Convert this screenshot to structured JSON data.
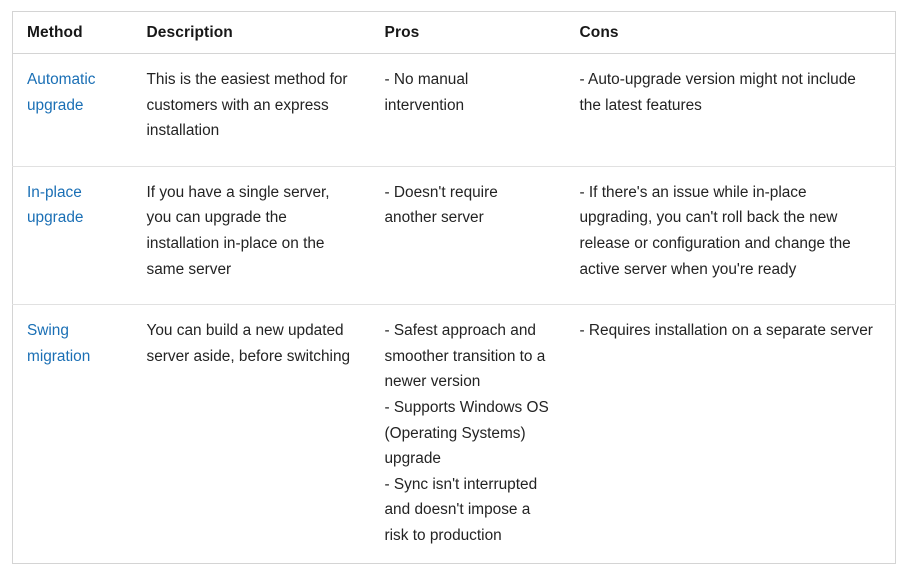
{
  "document": {
    "kind": "documentation-table",
    "background_color": "#ffffff",
    "border_color": "#d4d4d4",
    "row_divider_color": "#e1e1e1",
    "link_color": "#1a6fb5",
    "text_color": "#232323",
    "header_text_color": "#171717"
  },
  "table": {
    "columns": [
      {
        "key": "method",
        "label": "Method"
      },
      {
        "key": "description",
        "label": "Description"
      },
      {
        "key": "pros",
        "label": "Pros"
      },
      {
        "key": "cons",
        "label": "Cons"
      }
    ],
    "rows": [
      {
        "method": "Automatic upgrade",
        "method_is_link": true,
        "description": "This is the easiest method for customers with an express installation",
        "pros": "- No manual intervention",
        "cons": "- Auto-upgrade version might not include the latest features"
      },
      {
        "method": "In-place upgrade",
        "method_is_link": true,
        "description": "If you have a single server, you can upgrade the installation in-place on the same server",
        "pros": "- Doesn't require another server",
        "cons": "- If there's an issue while in-place upgrading, you can't roll back the new release or configuration and change the active server when you're ready"
      },
      {
        "method": "Swing migration",
        "method_is_link": true,
        "description": "You can build a new updated server aside, before switching",
        "pros": "- Safest approach and smoother transition to a newer version\n- Supports Windows OS (Operating Systems) upgrade\n- Sync isn't interrupted and doesn't impose a risk to production",
        "cons": "- Requires installation on a separate server"
      }
    ]
  }
}
